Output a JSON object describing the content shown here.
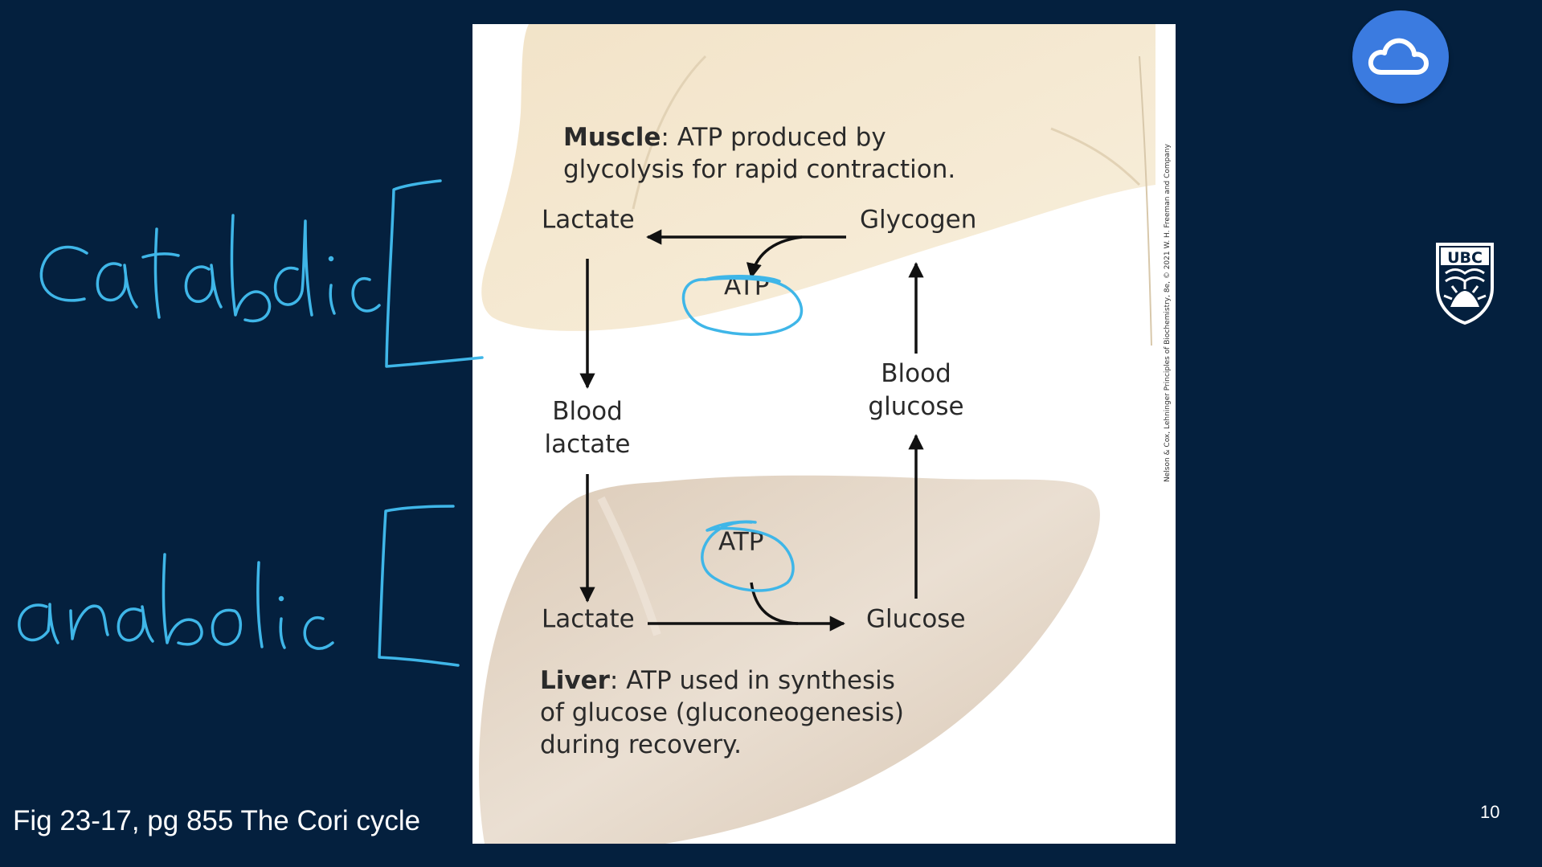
{
  "figure": {
    "muscle_label": "Muscle",
    "muscle_text_line1": ": ATP produced by",
    "muscle_text_line2": "glycolysis for rapid contraction.",
    "muscle_lactate": "Lactate",
    "glycogen": "Glycogen",
    "muscle_atp": "ATP",
    "blood_lactate_line1": "Blood",
    "blood_lactate_line2": "lactate",
    "blood_glucose_line1": "Blood",
    "blood_glucose_line2": "glucose",
    "liver_atp": "ATP",
    "liver_lactate": "Lactate",
    "glucose": "Glucose",
    "liver_label": "Liver",
    "liver_text_line1": ": ATP used in synthesis",
    "liver_text_line2": "of glucose (gluconeogenesis)",
    "liver_text_line3": "during recovery.",
    "credit": "Nelson & Cox, Lehninger Principles of Biochemistry, 8e, © 2021 W. H. Freeman and Company"
  },
  "caption": "Fig 23-17, pg 855 The Cori cycle",
  "page_number": "10",
  "annotations": {
    "upper_word": "catabolic",
    "lower_word": "anabolic",
    "ink_color": "#3fb6e8"
  },
  "colors": {
    "background": "#04203e",
    "muscle_fill": "#f7ead2",
    "liver_fill": "#e5d6c7",
    "button_blue": "#3b7be0"
  },
  "icons": {
    "cloud_button": "cloud-icon",
    "university_logo": "ubc-logo"
  }
}
